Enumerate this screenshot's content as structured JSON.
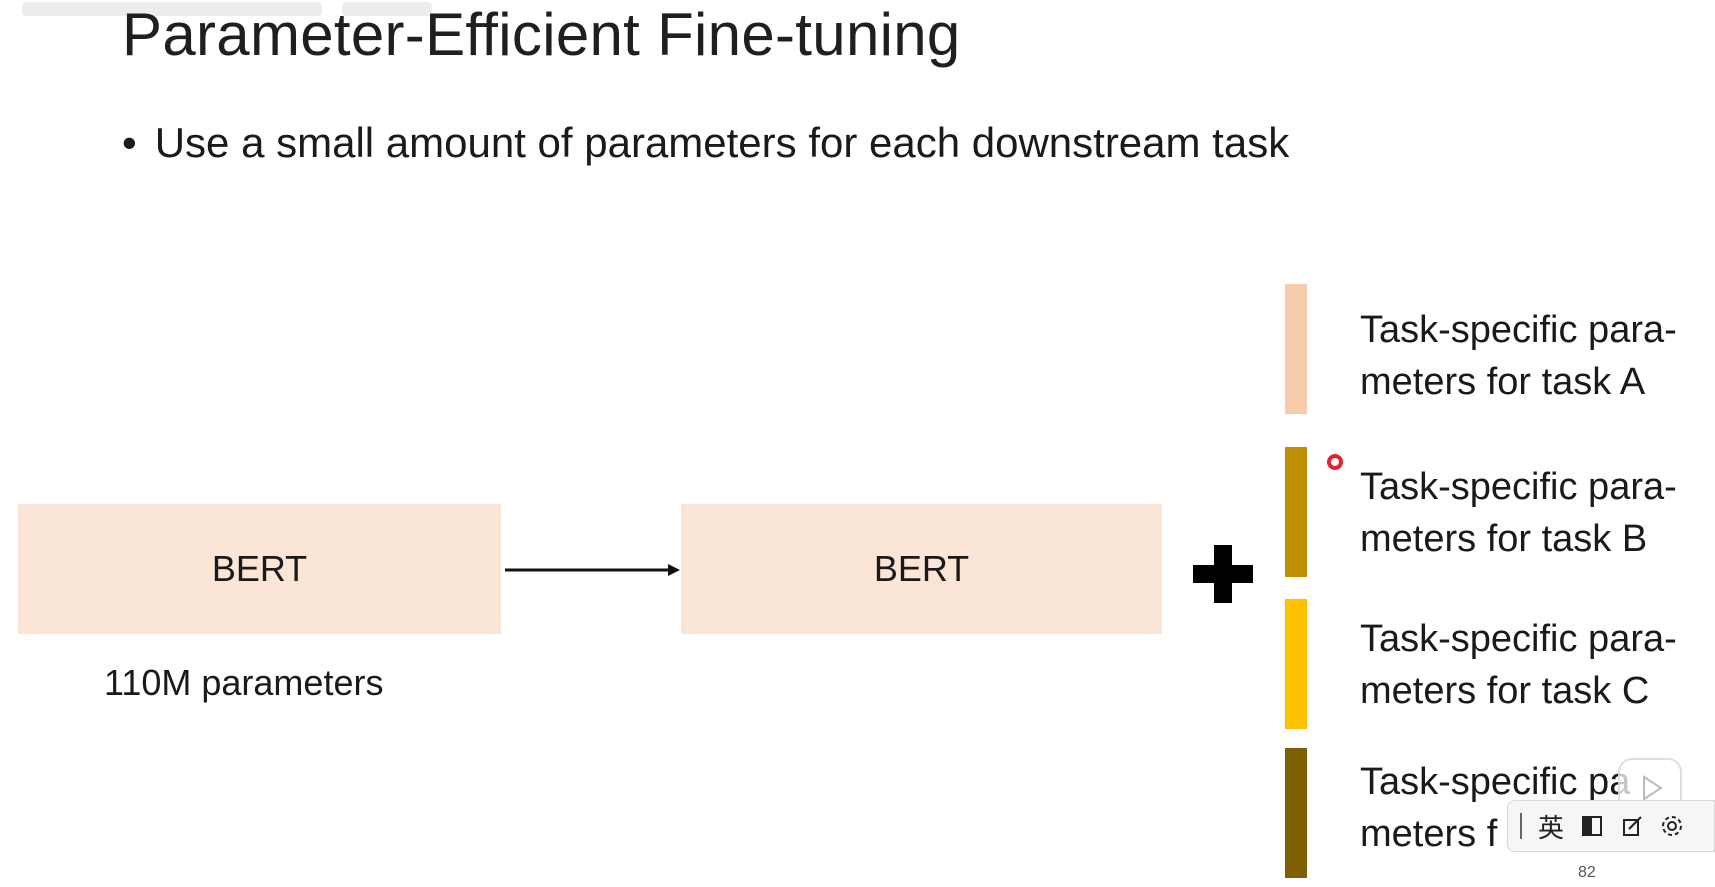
{
  "slide": {
    "title": "Parameter-Efficient Fine-tuning",
    "bullet": "Use a small amount of parameters  for each downstream task",
    "page_number": "82"
  },
  "diagram": {
    "left_box_label": "BERT",
    "right_box_label": "BERT",
    "param_count": "110M parameters",
    "box_color": "#fbe5d6",
    "tasks": [
      {
        "line1": "Task-specific para-",
        "line2": "meters for task A",
        "color": "#f8cbad"
      },
      {
        "line1": "Task-specific para-",
        "line2": "meters for task B",
        "color": "#bf8f00"
      },
      {
        "line1": "Task-specific para-",
        "line2": "meters for task C",
        "color": "#ffc000"
      },
      {
        "line1": "Task-specific pa",
        "line2": "meters f",
        "color": "#7f6000"
      }
    ]
  },
  "ime_toolbar": {
    "language": "英",
    "icons": [
      "cursor-icon",
      "half-width-icon",
      "edit-icon",
      "gear-icon"
    ]
  },
  "video_overlay": {
    "icon": "play-icon"
  }
}
